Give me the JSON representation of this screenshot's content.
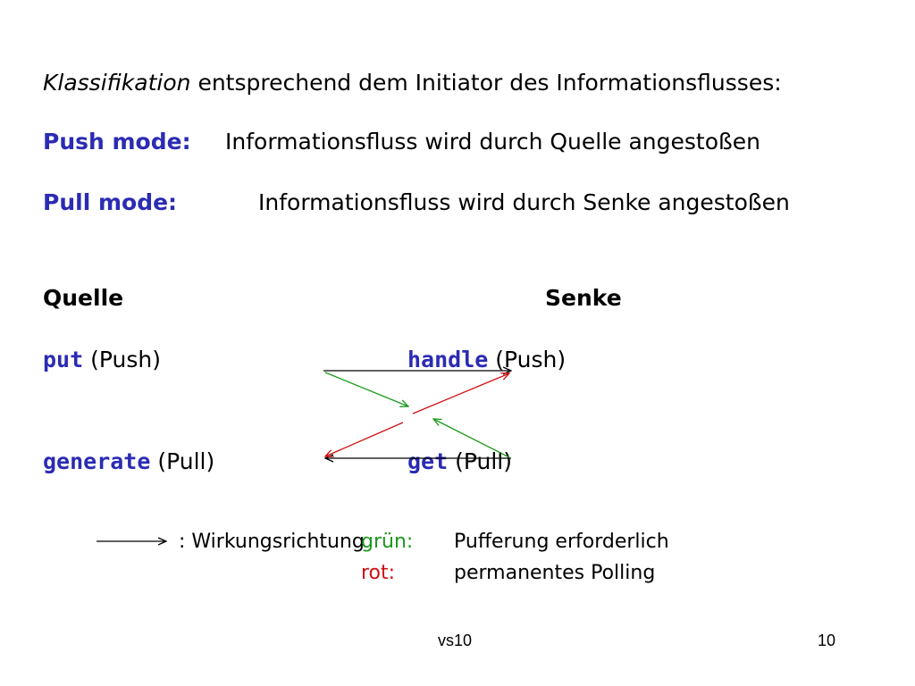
{
  "intro": {
    "italic": "Klassifikation",
    "rest": " entsprechend dem Initiator des Informationsflusses:"
  },
  "push": {
    "label": "Push mode:",
    "text": "Informationsfluss wird durch Quelle angestoßen"
  },
  "pull": {
    "label": "Pull mode:",
    "text": "Informationsfluss wird durch Senke angestoßen"
  },
  "columns": {
    "source": "Quelle",
    "sink": "Senke"
  },
  "ops": {
    "put": {
      "name": "put",
      "mode": "(Push)"
    },
    "handle": {
      "name": "handle",
      "mode": "(Push)"
    },
    "generate": {
      "name": "generate",
      "mode": "(Pull)"
    },
    "get": {
      "name": "get",
      "mode": "(Pull)"
    }
  },
  "legend": {
    "arrow_desc": ": Wirkungsrichtung",
    "green_label": "grün:",
    "green_text": "Pufferung erforderlich",
    "red_label": "rot:",
    "red_text": "permanentes Polling"
  },
  "footer": {
    "center": "vs10",
    "page": "10"
  },
  "colors": {
    "blue": "#2b2bb3",
    "green": "#1a9a1a",
    "red": "#d01010"
  }
}
